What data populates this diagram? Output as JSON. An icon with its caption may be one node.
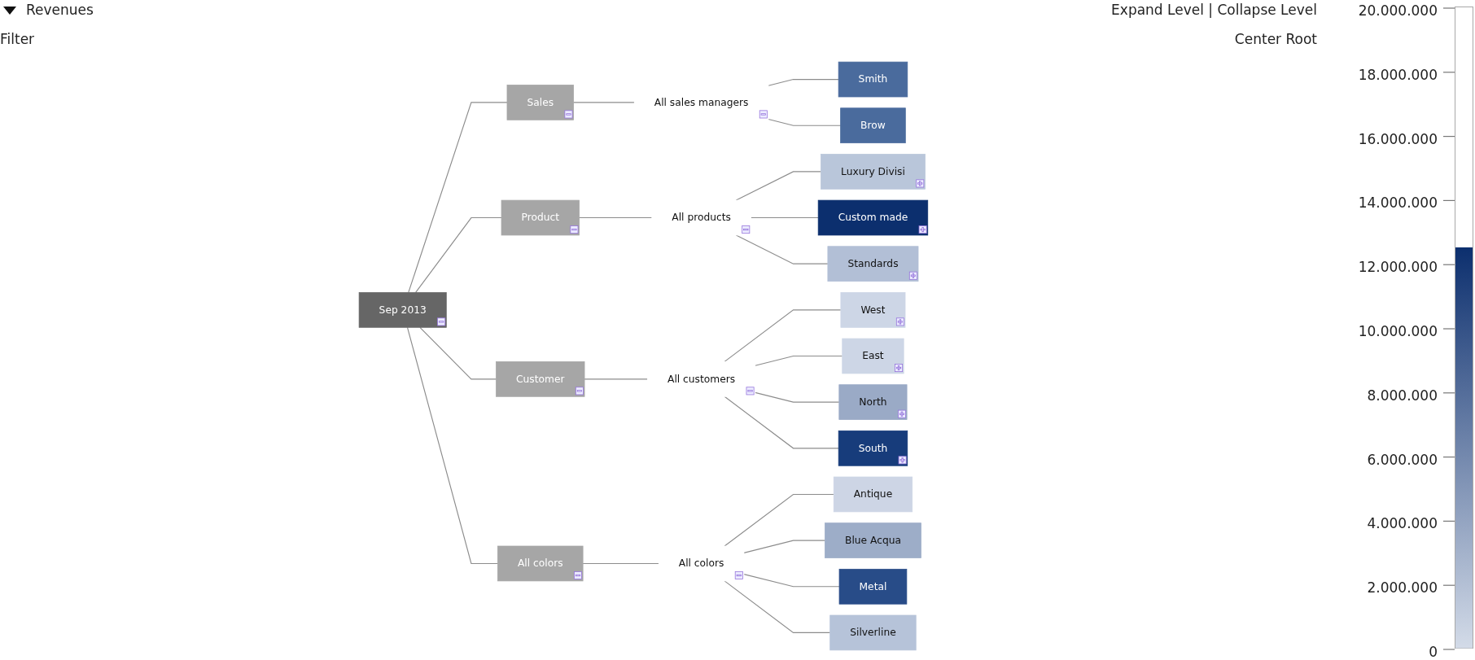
{
  "diagram": {
    "nodes": [
      {
        "text": [
          "Sep 2013"
        ]
      },
      {
        "text": [
          "Sales"
        ]
      },
      {
        "text": [
          "All sales managers"
        ]
      },
      {
        "text": [
          "Smith"
        ]
      },
      {
        "text": [
          "Brow"
        ]
      },
      {
        "text": [
          "Product"
        ]
      },
      {
        "text": [
          "All products"
        ]
      },
      {
        "text": [
          "Luxury Divisi"
        ]
      },
      {
        "text": [
          "Custom made"
        ]
      },
      {
        "text": [
          "Standards"
        ]
      },
      {
        "text": [
          "Customer"
        ]
      },
      {
        "text": [
          "All customers"
        ]
      },
      {
        "text": [
          "West"
        ]
      },
      {
        "text": [
          "East"
        ]
      },
      {
        "text": [
          "North"
        ]
      },
      {
        "text": [
          "South"
        ]
      },
      {
        "text": [
          "All colors"
        ]
      },
      {
        "text": [
          "All colors"
        ]
      },
      {
        "text": [
          "Antique"
        ]
      },
      {
        "text": [
          "Blue Acqua"
        ]
      },
      {
        "text": [
          "Metal"
        ]
      },
      {
        "text": [
          "Silverline"
        ]
      }
    ],
    "edges": [
      {
        "from": 0,
        "to": 1,
        "arrow": "none"
      },
      {
        "from": 1,
        "to": 2,
        "arrow": "none"
      },
      {
        "from": 2,
        "to": 3,
        "arrow": "none"
      },
      {
        "from": 2,
        "to": 4,
        "arrow": "none"
      },
      {
        "from": 0,
        "to": 5,
        "arrow": "none"
      },
      {
        "from": 5,
        "to": 6,
        "arrow": "none"
      },
      {
        "from": 6,
        "to": 7,
        "arrow": "none"
      },
      {
        "from": 6,
        "to": 8,
        "arrow": "none"
      },
      {
        "from": 6,
        "to": 9,
        "arrow": "none"
      },
      {
        "from": 0,
        "to": 10,
        "arrow": "none"
      },
      {
        "from": 10,
        "to": 11,
        "arrow": "none"
      },
      {
        "from": 11,
        "to": 12,
        "arrow": "none"
      },
      {
        "from": 11,
        "to": 13,
        "arrow": "none"
      },
      {
        "from": 11,
        "to": 14,
        "arrow": "none"
      },
      {
        "from": 11,
        "to": 15,
        "arrow": "none"
      },
      {
        "from": 0,
        "to": 16,
        "arrow": "none"
      },
      {
        "from": 16,
        "to": 17,
        "arrow": "none"
      },
      {
        "from": 17,
        "to": 18,
        "arrow": "none"
      },
      {
        "from": 17,
        "to": 19,
        "arrow": "none"
      },
      {
        "from": 17,
        "to": 20,
        "arrow": "none"
      },
      {
        "from": 17,
        "to": 21,
        "arrow": "none"
      }
    ],
    "labels": [
      "Revenues",
      "Filter",
      "Expand Level | Collapse Level",
      "Center Root",
      "20.000.000",
      "18.000.000",
      "16.000.000",
      "14.000.000",
      "12.000.000",
      "10.000.000",
      "8.000.000",
      "6.000.000",
      "4.000.000",
      "2.000.000",
      "0"
    ]
  }
}
